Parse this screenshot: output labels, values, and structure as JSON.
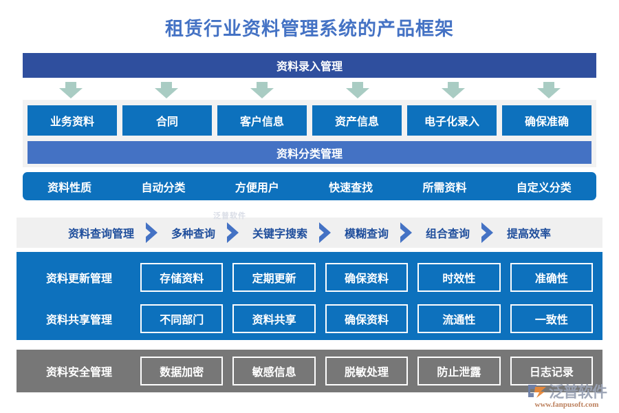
{
  "page": {
    "title": "租赁行业资料管理系统的产品框架",
    "title_color": "#4472c4",
    "background": "#ffffff"
  },
  "entry_section": {
    "header": "资料录入管理",
    "header_color": "#2f4f9e",
    "arrow_color": "#a9ccc3",
    "arrow_count": 6,
    "items": [
      {
        "label": "业务资料"
      },
      {
        "label": "合同"
      },
      {
        "label": "客户信息"
      },
      {
        "label": "资产信息"
      },
      {
        "label": "电子化录入"
      },
      {
        "label": "确保准确"
      }
    ]
  },
  "classification_section": {
    "header": "资料分类管理",
    "header_color": "#4472c4",
    "items_color": "#0d71bd",
    "items": [
      {
        "label": "资料性质"
      },
      {
        "label": "自动分类"
      },
      {
        "label": "方便用户"
      },
      {
        "label": "快速查找"
      },
      {
        "label": "所需资料"
      },
      {
        "label": "自定义分类"
      }
    ]
  },
  "query_section": {
    "background": "#f0f0f0",
    "text_color": "#1f4e9c",
    "chevron_color": "#4472c4",
    "items": [
      {
        "label": "资料查询管理"
      },
      {
        "label": "多种查询"
      },
      {
        "label": "关键字搜索"
      },
      {
        "label": "模糊查询"
      },
      {
        "label": "组合查询"
      },
      {
        "label": "提高效率"
      }
    ],
    "watermark": "泛普软件"
  },
  "blue_panel": {
    "background": "#0d71bd",
    "rows": [
      {
        "label": "资料更新管理",
        "boxes": [
          {
            "label": "存储资料"
          },
          {
            "label": "定期更新"
          },
          {
            "label": "确保资料"
          },
          {
            "label": "时效性"
          },
          {
            "label": "准确性"
          }
        ]
      },
      {
        "label": "资料共享管理",
        "boxes": [
          {
            "label": "不同部门"
          },
          {
            "label": "资料共享"
          },
          {
            "label": "确保资料"
          },
          {
            "label": "流通性"
          },
          {
            "label": "一致性"
          }
        ]
      }
    ]
  },
  "security_section": {
    "background": "#777777",
    "label": "资料安全管理",
    "boxes": [
      {
        "label": "数据加密"
      },
      {
        "label": "敏感信息"
      },
      {
        "label": "脱敏处理"
      },
      {
        "label": "防止泄露"
      },
      {
        "label": "日志记录"
      }
    ]
  },
  "logo": {
    "name": "泛普软件",
    "url": "www.fanpusoft.com"
  }
}
